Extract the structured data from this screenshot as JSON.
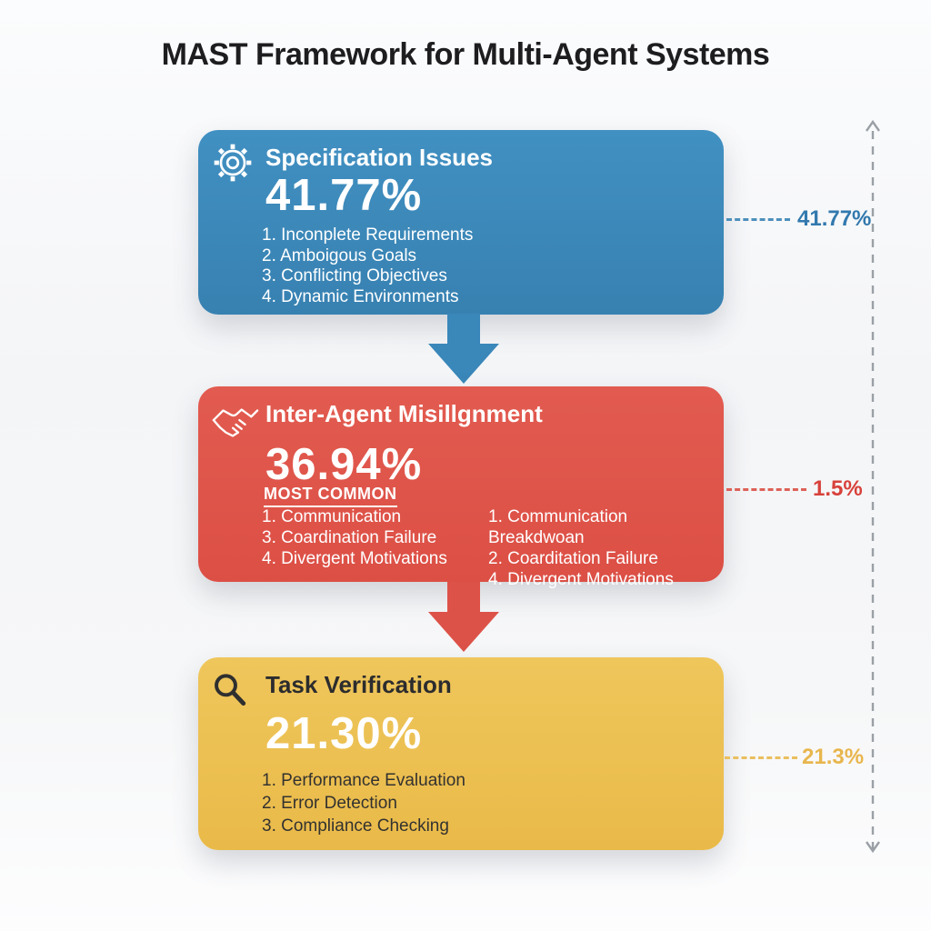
{
  "page": {
    "title": "MAST Framework for Multi-Agent Systems"
  },
  "colors": {
    "spec_blue": "#3a87ba",
    "misalign_red": "#e0554b",
    "verify_yellow": "#ecc054",
    "marker_blue": "#3279ae",
    "marker_red": "#d8413b",
    "marker_yellow": "#e8b64d",
    "dimension_line_gray": "#9aa0a6"
  },
  "cards": {
    "spec": {
      "icon": "gear-icon",
      "title": "Specification Issues",
      "percent": "41.77%",
      "items": [
        "1. Inconplete Requirements",
        "2. Amboigous Goals",
        "3. Conflicting Objectives",
        "4. Dynamic Environments"
      ],
      "marker_label": "41.77%"
    },
    "misalign": {
      "icon": "handshake-icon",
      "title": "Inter-Agent Misillgnment",
      "percent": "36.94%",
      "badge": "MOST COMMON",
      "items_left": [
        "1. Communication",
        "3. Coardination Failure",
        "4. Divergent Motivations"
      ],
      "items_right": [
        "1. Communication Breakdwoan",
        "2. Coarditation Failure",
        "4. Divergent Motivations"
      ],
      "marker_label": "1.5%"
    },
    "verify": {
      "icon": "magnifier-icon",
      "title": "Task Verification",
      "percent": "21.30%",
      "items": [
        "1. Performance Evaluation",
        "2. Error Detection",
        "3. Compliance Checking"
      ],
      "marker_label": "21.3%"
    }
  }
}
